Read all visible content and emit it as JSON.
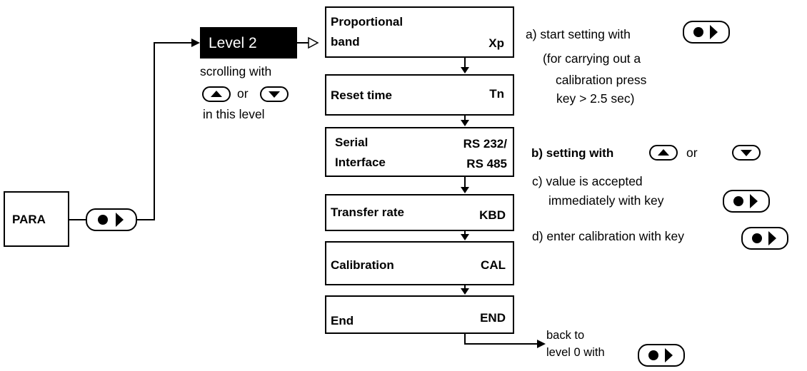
{
  "para": "PARA",
  "level": "Level 2",
  "scroll": {
    "line1": "scrolling with",
    "or": "or",
    "line3": "in this level"
  },
  "menu": {
    "xp": {
      "left1": "Proportional",
      "left2": "band",
      "right": "Xp"
    },
    "tn": {
      "left": "Reset time",
      "right": "Tn"
    },
    "rs": {
      "left1": "Serial",
      "left2": "Interface",
      "right1": "RS 232/",
      "right2": "RS 485"
    },
    "kbd": {
      "left": "Transfer rate",
      "right": "KBD"
    },
    "cal": {
      "left": "Calibration",
      "right": "CAL"
    },
    "end": {
      "left": "End",
      "right": "END"
    }
  },
  "notes": {
    "a": "a) start setting with",
    "a_sub1": "(for carrying out a",
    "a_sub2": "calibration press",
    "a_sub3": "key >  2.5 sec)",
    "b": "b) setting with",
    "b_or": "or",
    "c1": "c) value is accepted",
    "c2": "immediately with key",
    "d": "d) enter calibration with key",
    "back1": "back to",
    "back2": "level 0 with"
  },
  "icons": [
    "record-arrow-key-icon",
    "up-arrow-key-icon",
    "down-arrow-key-icon"
  ]
}
